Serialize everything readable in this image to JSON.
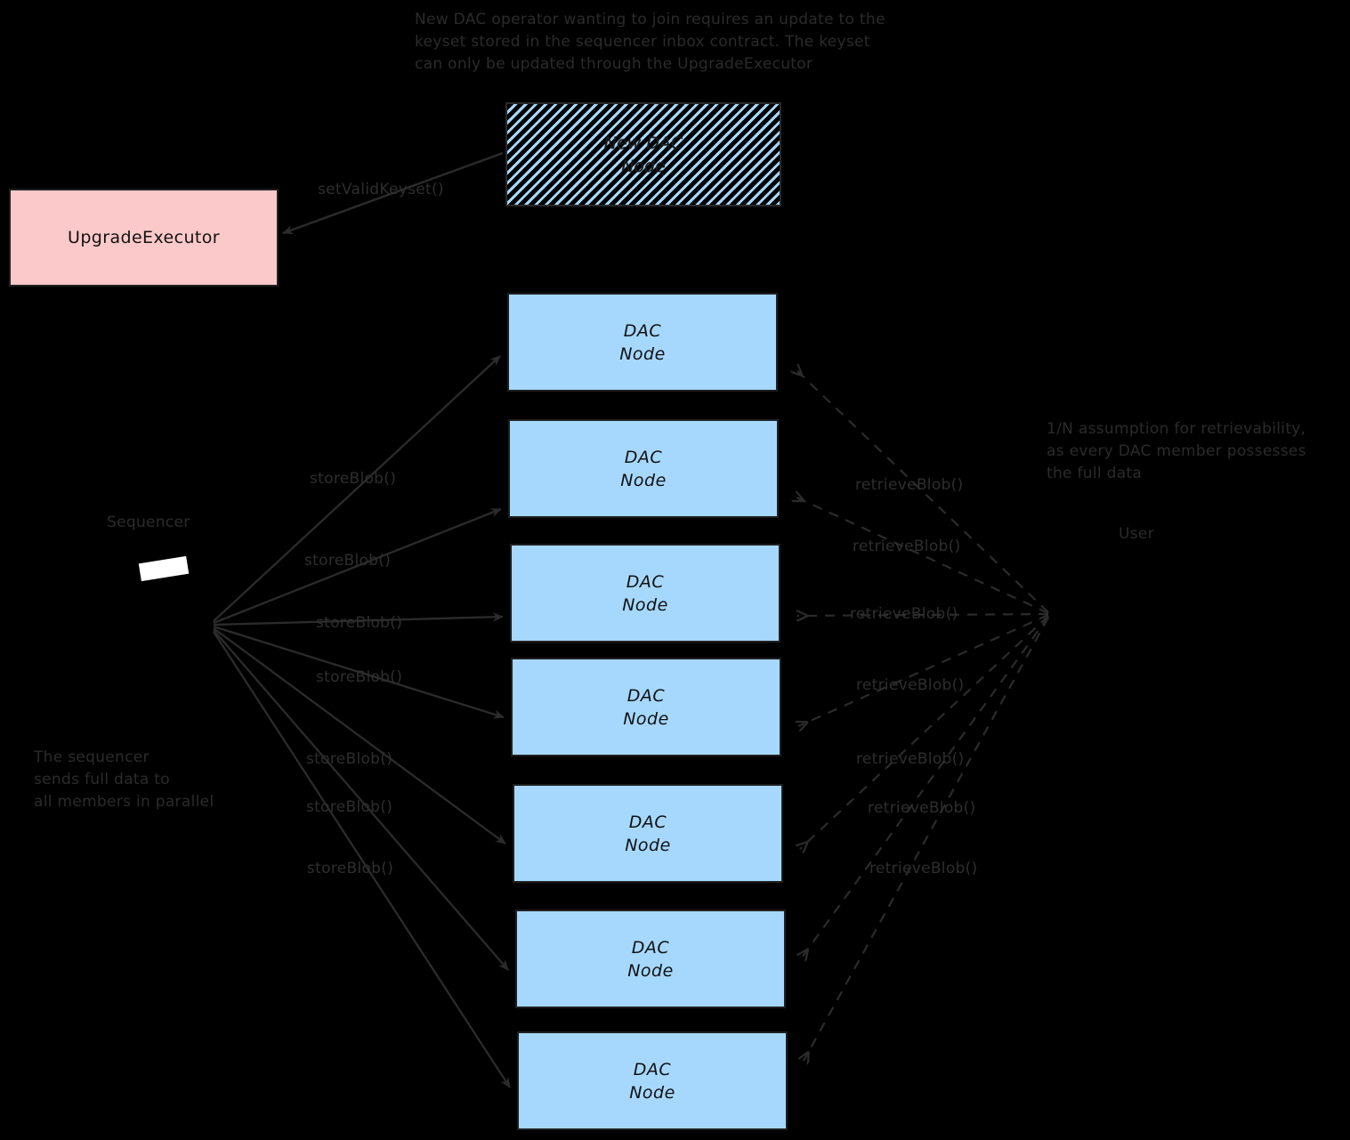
{
  "diagram": {
    "title_note": "New DAC operator wanting to join requires an update to the\nkeyset stored in the sequencer inbox contract. The keyset\ncan only be updated through the UpgradeExecutor",
    "background_color": "#000000",
    "node_fill": "#a6d8fd",
    "executor_fill": "#fcc9ca",
    "stroke_color": "#1f1f1f"
  },
  "new_node": {
    "line1": "New DAC",
    "line2": "Node"
  },
  "upgrade_executor": {
    "label": "UpgradeExecutor"
  },
  "sequencer": {
    "label": "Sequencer",
    "note": "The sequencer\nsends full data to\nall members in parallel"
  },
  "user": {
    "label": "User",
    "note": "1/N assumption for retrievability,\nas every DAC member possesses\nthe full data"
  },
  "keyset_edge": {
    "label": "setValidKeyset()"
  },
  "dac_nodes": [
    {
      "line1": "DAC",
      "line2": "Node"
    },
    {
      "line1": "DAC",
      "line2": "Node"
    },
    {
      "line1": "DAC",
      "line2": "Node"
    },
    {
      "line1": "DAC",
      "line2": "Node"
    },
    {
      "line1": "DAC",
      "line2": "Node"
    },
    {
      "line1": "DAC",
      "line2": "Node"
    },
    {
      "line1": "DAC",
      "line2": "Node"
    }
  ],
  "store_edges": [
    {
      "label": "storeBlob()"
    },
    {
      "label": "storeBlob()"
    },
    {
      "label": "storeBlob()"
    },
    {
      "label": "storeBlob()"
    },
    {
      "label": "storeBlob()"
    },
    {
      "label": "storeBlob()"
    },
    {
      "label": "storeBlob()"
    }
  ],
  "retrieve_edges": [
    {
      "label": "retrieveBlob()"
    },
    {
      "label": "retrieveBlob()"
    },
    {
      "label": "retrieveBlob()"
    },
    {
      "label": "retrieveBlob()"
    },
    {
      "label": "retrieveBlob()"
    },
    {
      "label": "retrieveBlob()"
    },
    {
      "label": "retrieveBlob()"
    }
  ]
}
